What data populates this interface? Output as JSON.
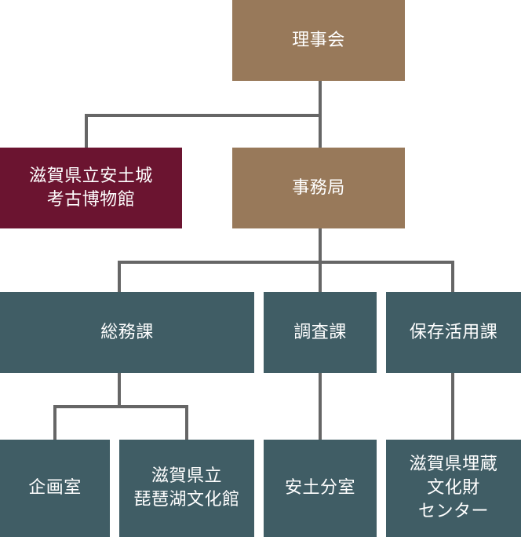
{
  "colors": {
    "board": "#98795A",
    "museum": "#6B1430",
    "division": "#405D65",
    "connector": "#666666",
    "text": "#FFFFFF"
  },
  "nodes": {
    "board": {
      "label": "理事会"
    },
    "museum": {
      "label": "滋賀県立安土城\n考古博物館"
    },
    "secretariat": {
      "label": "事務局"
    },
    "general_affairs": {
      "label": "総務課"
    },
    "research": {
      "label": "調査課"
    },
    "preservation": {
      "label": "保存活用課"
    },
    "planning": {
      "label": "企画室"
    },
    "biwako_culture_hall": {
      "label": "滋賀県立\n琵琶湖文化館"
    },
    "azuchi_branch": {
      "label": "安土分室"
    },
    "buried_cultural_center": {
      "label": "滋賀県埋蔵\n文化財\nセンター"
    }
  },
  "edges": [
    [
      "board",
      "secretariat"
    ],
    [
      "board",
      "museum"
    ],
    [
      "secretariat",
      "general_affairs"
    ],
    [
      "secretariat",
      "research"
    ],
    [
      "secretariat",
      "preservation"
    ],
    [
      "general_affairs",
      "planning"
    ],
    [
      "general_affairs",
      "biwako_culture_hall"
    ],
    [
      "research",
      "azuchi_branch"
    ],
    [
      "preservation",
      "buried_cultural_center"
    ]
  ]
}
